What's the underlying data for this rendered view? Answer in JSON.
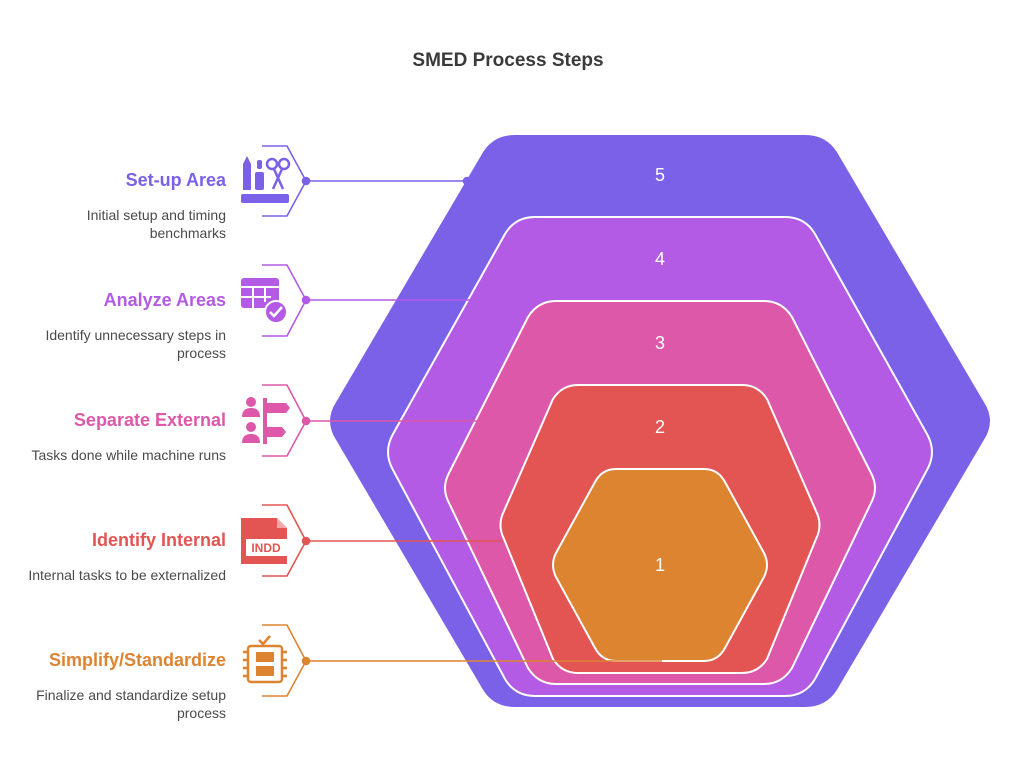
{
  "title": "SMED Process Steps",
  "colors": {
    "step5": "#7B61E8",
    "step4": "#B35BE4",
    "step3": "#DD58A8",
    "step2": "#E25553",
    "step1": "#DD8431"
  },
  "steps": [
    {
      "number": "5",
      "title": "Set-up Area",
      "description": "Initial setup and timing benchmarks",
      "icon": "tools-icon"
    },
    {
      "number": "4",
      "title": "Analyze Areas",
      "description": "Identify unnecessary steps in process",
      "icon": "spreadsheet-check-icon"
    },
    {
      "number": "3",
      "title": "Separate External",
      "description": "Tasks done while machine runs",
      "icon": "people-signpost-icon"
    },
    {
      "number": "2",
      "title": "Identify Internal",
      "description": "Internal tasks to be externalized",
      "icon": "indd-file-icon"
    },
    {
      "number": "1",
      "title": "Simplify/Standardize",
      "description": "Finalize and standardize setup process",
      "icon": "film-strip-icon"
    }
  ]
}
